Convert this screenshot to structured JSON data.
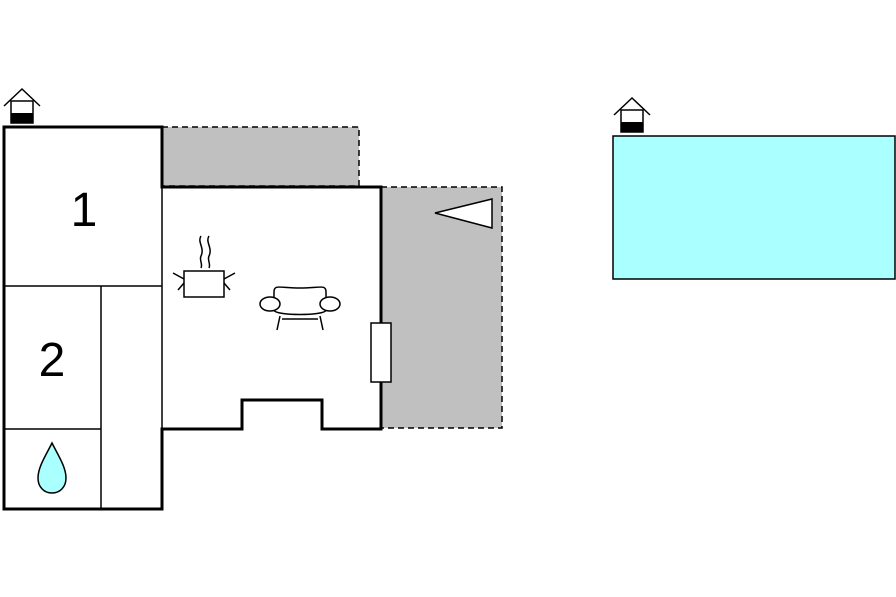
{
  "floorplan": {
    "rooms": [
      {
        "id": "bedroom-1",
        "label": "1"
      },
      {
        "id": "bedroom-2",
        "label": "2"
      }
    ],
    "icons": {
      "house_entrance": "house-entrance-icon",
      "pool_entrance": "house-entrance-icon",
      "kitchen": "cooking-pot-icon",
      "living": "sofa-icon",
      "bathroom": "water-drop-icon",
      "terrace_marker": "triangle-marker-icon",
      "door": "door-icon"
    },
    "colors": {
      "walls": "#000000",
      "terrace": "#c0c0c0",
      "pool": "#aaffff",
      "drop": "#aaffff",
      "background": "#ffffff"
    }
  }
}
